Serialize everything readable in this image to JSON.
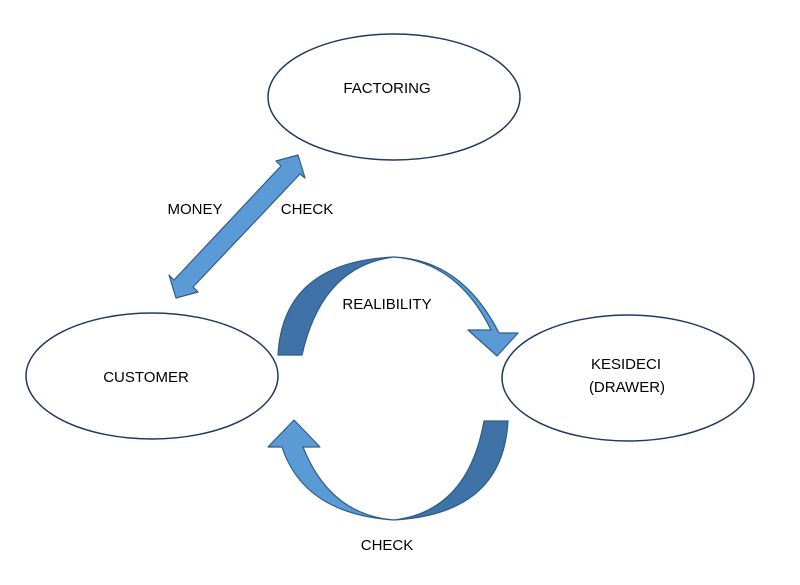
{
  "nodes": {
    "factoring": {
      "label": "FACTORING"
    },
    "customer": {
      "label": "CUSTOMER"
    },
    "kesideci": {
      "line1": "KESIDECI",
      "line2": "(DRAWER)"
    }
  },
  "edges": {
    "money_label": "MONEY",
    "check_top_label": "CHECK",
    "realibility_label": "REALIBILITY",
    "check_bottom_label": "CHECK"
  },
  "colors": {
    "node_stroke": "#1f3864",
    "arrow_light": "#5b9bd5",
    "arrow_dark": "#3f72a6",
    "arrow_stroke": "#2e5c8a"
  }
}
